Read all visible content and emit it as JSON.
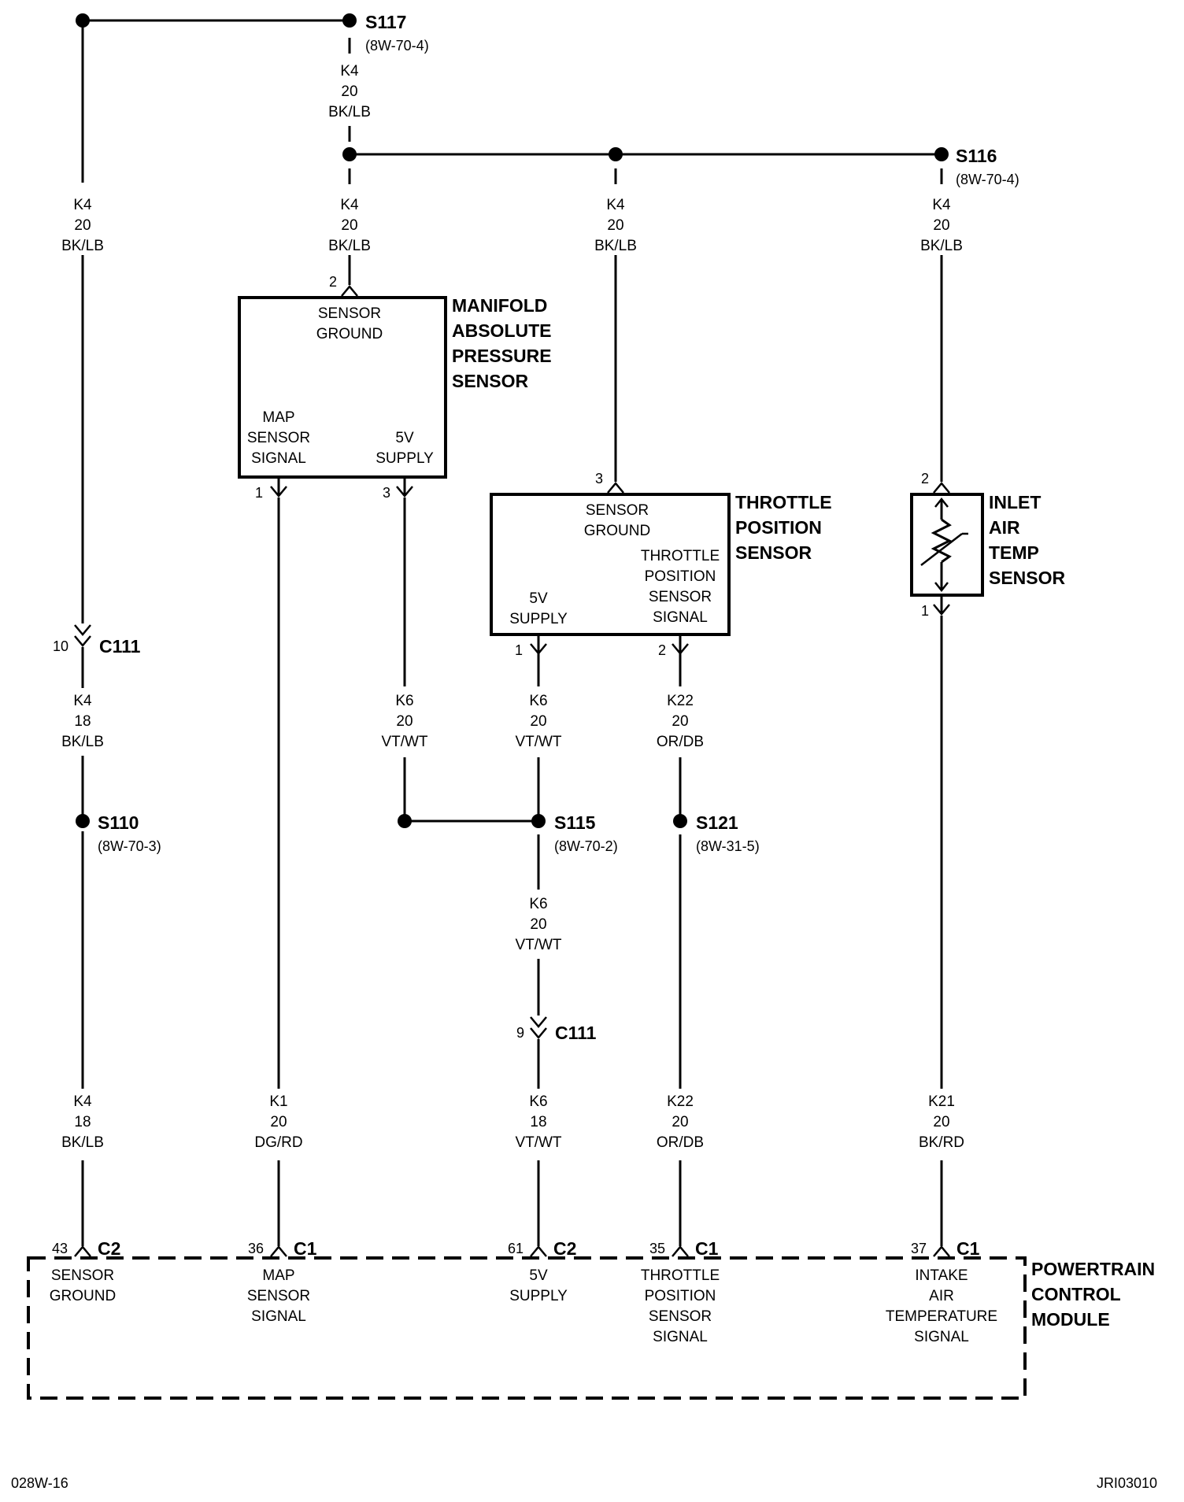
{
  "splices": {
    "s117": {
      "name": "S117",
      "ref": "(8W-70-4)"
    },
    "s116": {
      "name": "S116",
      "ref": "(8W-70-4)"
    },
    "s110": {
      "name": "S110",
      "ref": "(8W-70-3)"
    },
    "s115": {
      "name": "S115",
      "ref": "(8W-70-2)"
    },
    "s121": {
      "name": "S121",
      "ref": "(8W-31-5)"
    }
  },
  "wires": {
    "s117_down": [
      "K4",
      "20",
      "BK/LB"
    ],
    "left_top": [
      "K4",
      "20",
      "BK/LB"
    ],
    "map_gnd": [
      "K4",
      "20",
      "BK/LB"
    ],
    "tps_gnd": [
      "K4",
      "20",
      "BK/LB"
    ],
    "iat_gnd": [
      "K4",
      "20",
      "BK/LB"
    ],
    "left_mid": [
      "K4",
      "18",
      "BK/LB"
    ],
    "left_bot": [
      "K4",
      "18",
      "BK/LB"
    ],
    "map_sig": [
      "K1",
      "20",
      "DG/RD"
    ],
    "map_5v": [
      "K6",
      "20",
      "VT/WT"
    ],
    "tps_5v": [
      "K6",
      "20",
      "VT/WT"
    ],
    "s115_down": [
      "K6",
      "20",
      "VT/WT"
    ],
    "pcm_5v": [
      "K6",
      "18",
      "VT/WT"
    ],
    "tps_sig_top": [
      "K22",
      "20",
      "OR/DB"
    ],
    "tps_sig_bot": [
      "K22",
      "20",
      "OR/DB"
    ],
    "iat_sig": [
      "K21",
      "20",
      "BK/RD"
    ]
  },
  "connectors": {
    "c111_left": {
      "pin": "10",
      "name": "C111"
    },
    "c111_mid": {
      "pin": "9",
      "name": "C111"
    }
  },
  "map_sensor": {
    "title": [
      "MANIFOLD",
      "ABSOLUTE",
      "PRESSURE",
      "SENSOR"
    ],
    "ground_label": [
      "SENSOR",
      "GROUND"
    ],
    "signal_label": [
      "MAP",
      "SENSOR",
      "SIGNAL"
    ],
    "supply_label": [
      "5V",
      "SUPPLY"
    ],
    "pins": {
      "ground": "2",
      "signal": "1",
      "supply": "3"
    }
  },
  "tps_sensor": {
    "title": [
      "THROTTLE",
      "POSITION",
      "SENSOR"
    ],
    "ground_label": [
      "SENSOR",
      "GROUND"
    ],
    "supply_label": [
      "5V",
      "SUPPLY"
    ],
    "signal_label": [
      "THROTTLE",
      "POSITION",
      "SENSOR",
      "SIGNAL"
    ],
    "pins": {
      "ground": "3",
      "supply": "1",
      "signal": "2"
    }
  },
  "iat_sensor": {
    "title": [
      "INLET",
      "AIR",
      "TEMP",
      "SENSOR"
    ],
    "pins": {
      "top": "2",
      "bottom": "1"
    }
  },
  "pcm": {
    "title": [
      "POWERTRAIN",
      "CONTROL",
      "MODULE"
    ],
    "terminals": [
      {
        "pin": "43",
        "conn": "C2",
        "label": [
          "SENSOR",
          "GROUND"
        ]
      },
      {
        "pin": "36",
        "conn": "C1",
        "label": [
          "MAP",
          "SENSOR",
          "SIGNAL"
        ]
      },
      {
        "pin": "61",
        "conn": "C2",
        "label": [
          "5V",
          "SUPPLY"
        ]
      },
      {
        "pin": "35",
        "conn": "C1",
        "label": [
          "THROTTLE",
          "POSITION",
          "SENSOR",
          "SIGNAL"
        ]
      },
      {
        "pin": "37",
        "conn": "C1",
        "label": [
          "INTAKE",
          "AIR",
          "TEMPERATURE",
          "SIGNAL"
        ]
      }
    ]
  },
  "footer": {
    "left": "028W-16",
    "right": "JRI03010"
  }
}
